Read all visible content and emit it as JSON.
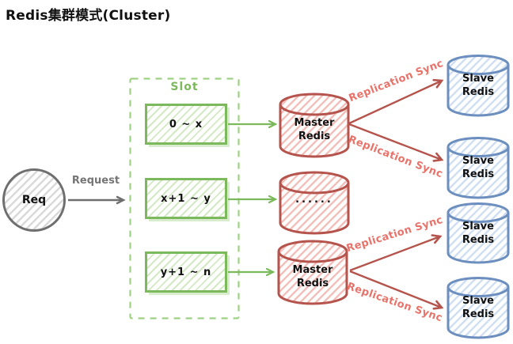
{
  "title": "Redis集群模式(Cluster)",
  "request": {
    "node_label": "Req",
    "arrow_label": "Request"
  },
  "slot": {
    "label": "Slot",
    "ranges": [
      "0 ~ x",
      "x+1 ~ y",
      "y+1 ~ n"
    ]
  },
  "masters": [
    {
      "label": "Master Redis"
    },
    {
      "label": "......"
    },
    {
      "label": "Master Redis"
    }
  ],
  "slaves": [
    {
      "label": "Slave Redis"
    },
    {
      "label": "Slave Redis"
    },
    {
      "label": "Slave Redis"
    },
    {
      "label": "Slave Redis"
    }
  ],
  "replication": {
    "labels": [
      "Replication Sync",
      "Replication Sync",
      "Replication Sync",
      "Replication Sync"
    ]
  },
  "colors": {
    "green": "#7cb95c",
    "green_dashed": "#9ed183",
    "green_hatch": "#d2e9c4",
    "red": "#b5544c",
    "red_hatch": "#f2bcb6",
    "red_label": "#e8736a",
    "blue": "#6d8fbf",
    "blue_hatch": "#cdddf2",
    "gray": "#6f6f6f",
    "gray_hatch": "#d8d8d8",
    "text": "#111111"
  }
}
